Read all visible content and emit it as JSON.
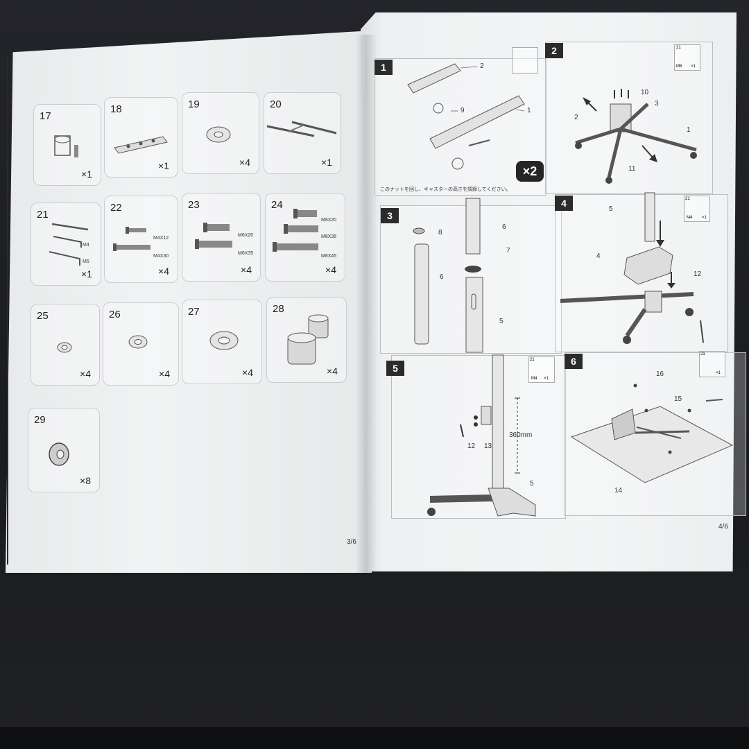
{
  "parts": [
    {
      "num": "17",
      "qty": "×1"
    },
    {
      "num": "18",
      "qty": "×1"
    },
    {
      "num": "19",
      "qty": "×4"
    },
    {
      "num": "20",
      "qty": "×1"
    },
    {
      "num": "21",
      "qty": "×1",
      "labels": [
        "M4",
        "M5"
      ]
    },
    {
      "num": "22",
      "qty": "×4",
      "labels": [
        "M4X12",
        "M4X30"
      ]
    },
    {
      "num": "23",
      "qty": "×4",
      "labels": [
        "M6X20",
        "M6X35"
      ]
    },
    {
      "num": "24",
      "qty": "×4",
      "labels": [
        "M8X20",
        "M8X35",
        "M8X45"
      ]
    },
    {
      "num": "25",
      "qty": "×4"
    },
    {
      "num": "26",
      "qty": "×4"
    },
    {
      "num": "27",
      "qty": "×4"
    },
    {
      "num": "28",
      "qty": "×4"
    },
    {
      "num": "29",
      "qty": "×8"
    }
  ],
  "left_page_number": "3/6",
  "right_page_number": "4/6",
  "steps": [
    {
      "num": "1",
      "callouts": [
        "2",
        "9",
        "1"
      ],
      "multiplier": "×2",
      "note": "このナットを回し、キャスターの高さを調節してください。"
    },
    {
      "num": "2",
      "callouts": [
        "10",
        "3",
        "2",
        "1",
        "11"
      ],
      "tool": {
        "num": "21",
        "size": "M5",
        "qty": "×1"
      }
    },
    {
      "num": "3",
      "callouts": [
        "8",
        "6",
        "7",
        "6",
        "5"
      ]
    },
    {
      "num": "4",
      "callouts": [
        "5",
        "4",
        "12"
      ],
      "tool": {
        "num": "21",
        "size": "M4",
        "qty": "×1"
      }
    },
    {
      "num": "5",
      "callouts": [
        "12",
        "13",
        "5"
      ],
      "measure": "360mm",
      "tool": {
        "num": "21",
        "size": "M4",
        "qty": "×1"
      }
    },
    {
      "num": "6",
      "callouts": [
        "16",
        "15",
        "14"
      ],
      "tool": {
        "num": "21",
        "size": "",
        "qty": "×1"
      }
    }
  ],
  "colors": {
    "background": "#1c1d20",
    "paper": "#eef0f1",
    "ink": "#2b2b2b",
    "line": "#b9bec2"
  }
}
